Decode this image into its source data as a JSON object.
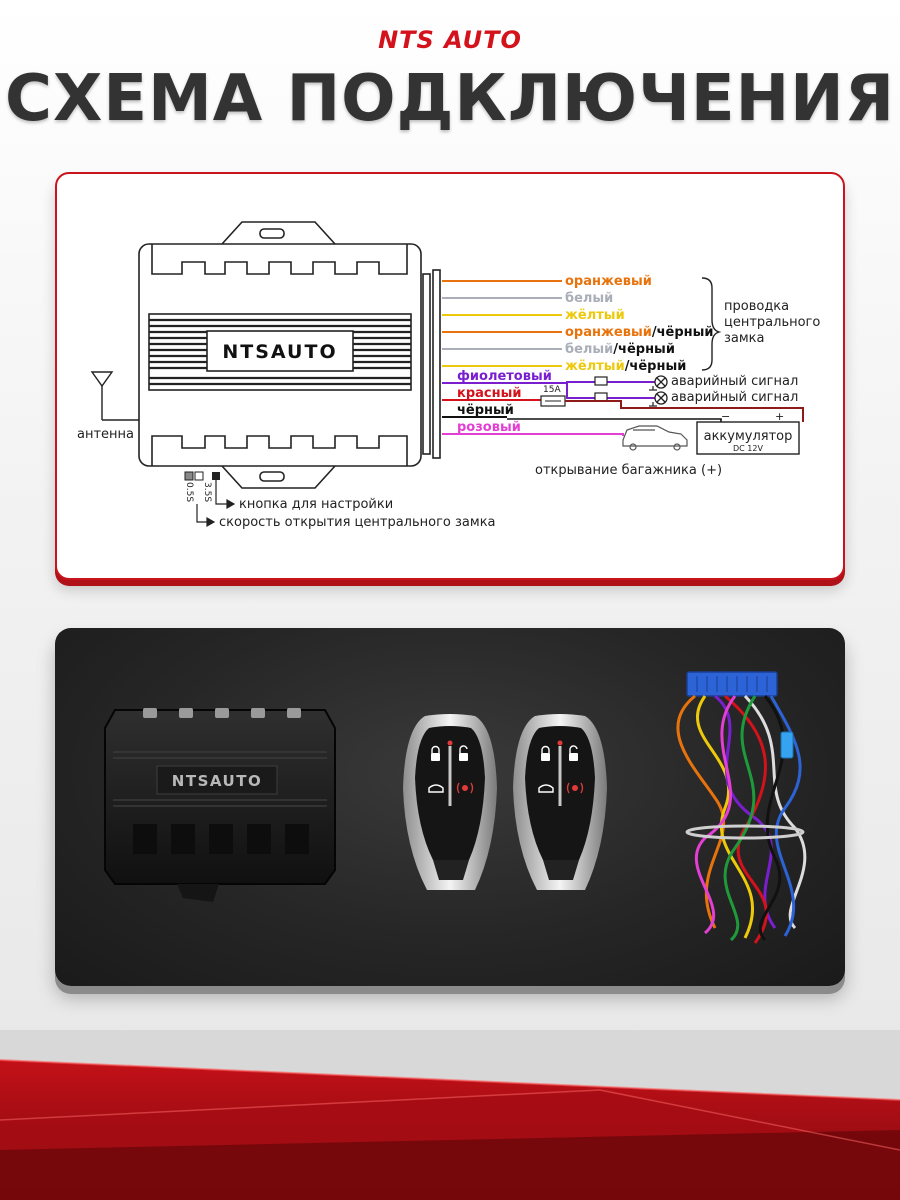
{
  "header": {
    "brand": "NTS AUTO",
    "title": "СХЕМА ПОДКЛЮЧЕНИЯ"
  },
  "diagram": {
    "module_label": "NTSAUTO",
    "antenna_label": "антенна",
    "wires": [
      {
        "label": "оранжевый",
        "suffix": "",
        "color": "#e8730c"
      },
      {
        "label": "белый",
        "suffix": "",
        "color": "#a9aeb8"
      },
      {
        "label": "жёлтый",
        "suffix": "",
        "color": "#ecc90a"
      },
      {
        "label": "оранжевый",
        "suffix": "/чёрный",
        "color": "#e8730c"
      },
      {
        "label": "белый",
        "suffix": "/чёрный",
        "color": "#a9aeb8"
      },
      {
        "label": "жёлтый",
        "suffix": "/чёрный",
        "color": "#ecc90a"
      },
      {
        "label": "фиолетовый",
        "suffix": "",
        "color": "#7a1fd0"
      },
      {
        "label": "красный",
        "suffix": "",
        "color": "#d3121b"
      },
      {
        "label": "чёрный",
        "suffix": "",
        "color": "#111111"
      },
      {
        "label": "розовый",
        "suffix": "",
        "color": "#e33fd3"
      }
    ],
    "lock_wiring_label": [
      "проводка",
      "центрального",
      "замка"
    ],
    "hazard_label_1": "аварийный сигнал",
    "hazard_label_2": "аварийный сигнал",
    "fuse_label": "15A",
    "battery_label": "аккумулятор",
    "battery_sub": "DC  12V",
    "trunk_label": "открывание багажника (+)",
    "switch_label_1": "3.5S",
    "switch_label_2": "0.5S",
    "setup_button_label": "кнопка для настройки",
    "lock_speed_label": "скорость открытия центрального замка"
  },
  "product": {
    "module_label": "NTSAUTO"
  },
  "colors": {
    "brand_red": "#d3121b",
    "title_gray": "#333333"
  }
}
